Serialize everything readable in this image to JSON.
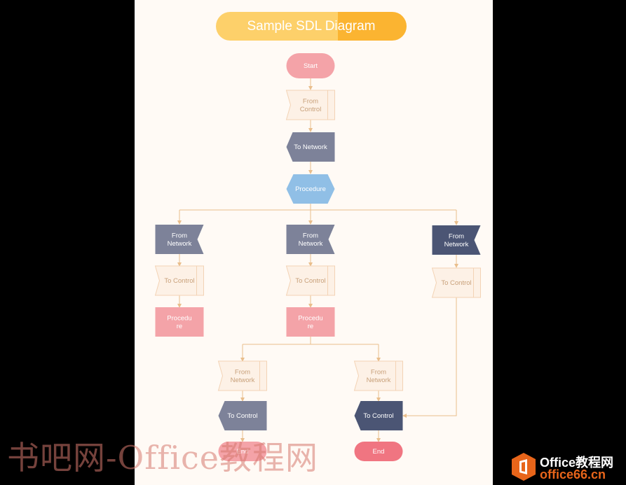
{
  "title": "Sample SDL Diagram",
  "nodes": {
    "start": "Start",
    "from_control_top": "From\nControl",
    "to_network_top": "To Network",
    "procedure_top": "Procedure",
    "from_network_left": "From\nNetwork",
    "to_control_left": "To Control",
    "procedure_left": "Procedu\nre",
    "from_network_mid": "From\nNetwork",
    "to_control_mid": "To Control",
    "procedure_mid": "Procedu\nre",
    "from_network_right": "From\nNetwork",
    "to_control_right": "To Control",
    "from_network_low_left": "From\nNetwork",
    "from_network_low_right": "From\nNetwork",
    "to_control_low_left": "To Control",
    "to_control_low_right": "To Control",
    "end_left": "End",
    "end_right": "End"
  },
  "watermark": "书吧网-Office教程网",
  "brand": {
    "line1": "Office教程网",
    "line2": "office66.cn"
  },
  "colors": {
    "title_left": "#fdd06a",
    "title_right": "#fbb431",
    "terminal_pink": "#f4a3a8",
    "end_red": "#f07581",
    "slate": "#7d8299",
    "navy": "#4b5574",
    "cream": "#fdf1e6",
    "cream_border": "#f3d3b5",
    "cream_text": "#c8a07a",
    "hex_blue": "#90bfe6",
    "connector": "#e9be8c"
  }
}
